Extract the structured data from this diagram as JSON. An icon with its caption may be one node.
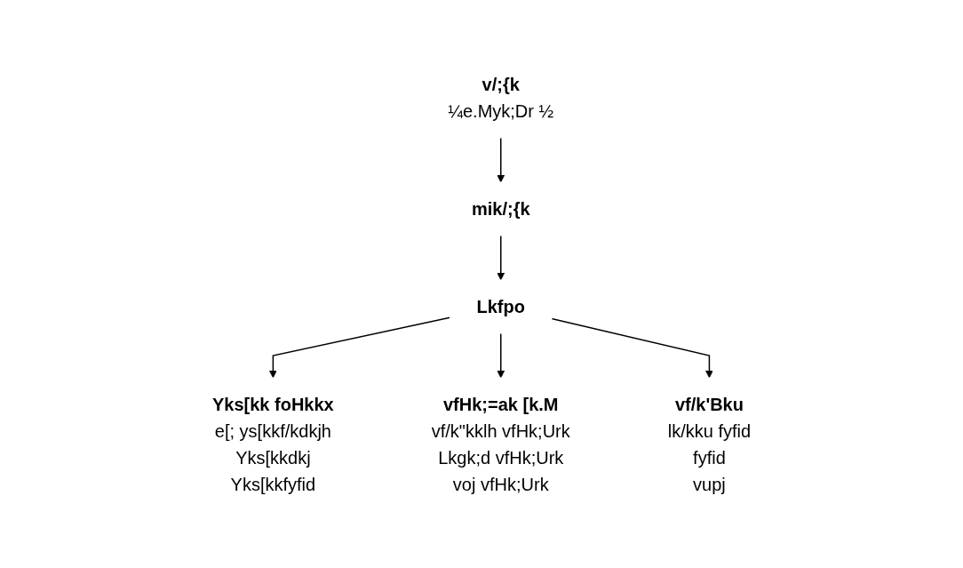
{
  "diagram": {
    "nodes": [
      {
        "text": [
          "v/;{k",
          "¼e.Myk;Dr ½"
        ]
      },
      {
        "text": [
          "mik/;{k"
        ]
      },
      {
        "text": [
          "Lkfpo"
        ]
      },
      {
        "text": [
          "Yks[kk foHkkx",
          "e[; ys[kkf/kdkjh",
          "Yks[kkdkj",
          "Yks[kkfyfid"
        ]
      },
      {
        "text": [
          "vfHk;=ak [k.M",
          "vf/k\"kklh vfHk;Urk",
          "Lkgk;d vfHk;Urk",
          "voj vfHk;Urk"
        ]
      },
      {
        "text": [
          "vf/k'Bku",
          "lk/kku fyfid",
          "fyfid",
          "vupj"
        ]
      }
    ],
    "edges": [
      {
        "from": 0,
        "to": 1,
        "arrow": "to"
      },
      {
        "from": 1,
        "to": 2,
        "arrow": "to"
      },
      {
        "from": 2,
        "to": 3,
        "arrow": "to"
      },
      {
        "from": 2,
        "to": 4,
        "arrow": "to"
      },
      {
        "from": 2,
        "to": 5,
        "arrow": "to"
      }
    ]
  }
}
